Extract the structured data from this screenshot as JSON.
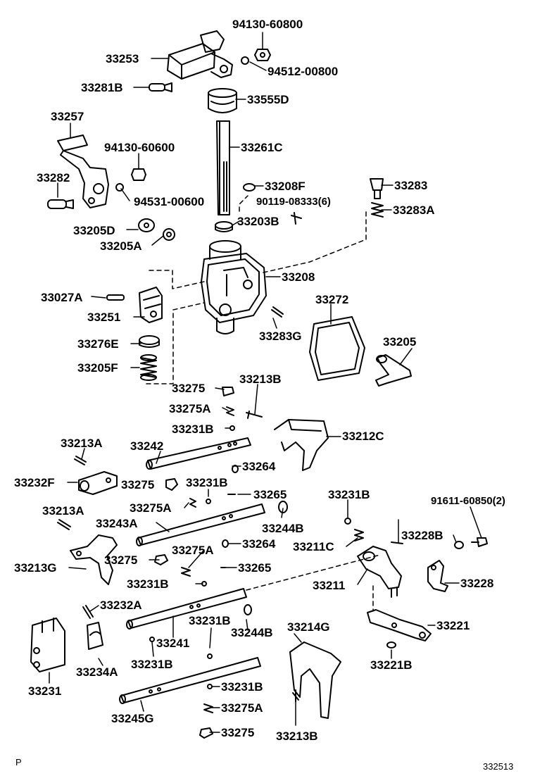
{
  "labels": [
    "94130-60800",
    "33253",
    "94512-00800",
    "33281B",
    "33555D",
    "33257",
    "94130-60600",
    "33261C",
    "33282",
    "94531-00600",
    "33208F",
    "33283",
    "90119-08333(6)",
    "33283A",
    "33205D",
    "33203B",
    "33205A",
    "33208",
    "33027A",
    "33272",
    "33251",
    "33283G",
    "33205",
    "33276E",
    "33205F",
    "33275",
    "33213B",
    "33275A",
    "33231B",
    "33212C",
    "33213A",
    "33242",
    "33264",
    "33232F",
    "33275",
    "33231B",
    "33265",
    "33231B",
    "91611-60850(2)",
    "33213A",
    "33275A",
    "33243A",
    "33244B",
    "33228B",
    "33211C",
    "33275A",
    "33264",
    "33213G",
    "33275",
    "33265",
    "33231B",
    "33228",
    "33211",
    "33232A",
    "33231B",
    "33214G",
    "33221",
    "33244B",
    "33241",
    "33231B",
    "33231",
    "33234A",
    "33221B",
    "33231B",
    "33245G",
    "33275A",
    "33275",
    "33213B"
  ],
  "footer": {
    "left": "P",
    "right": "332513"
  }
}
